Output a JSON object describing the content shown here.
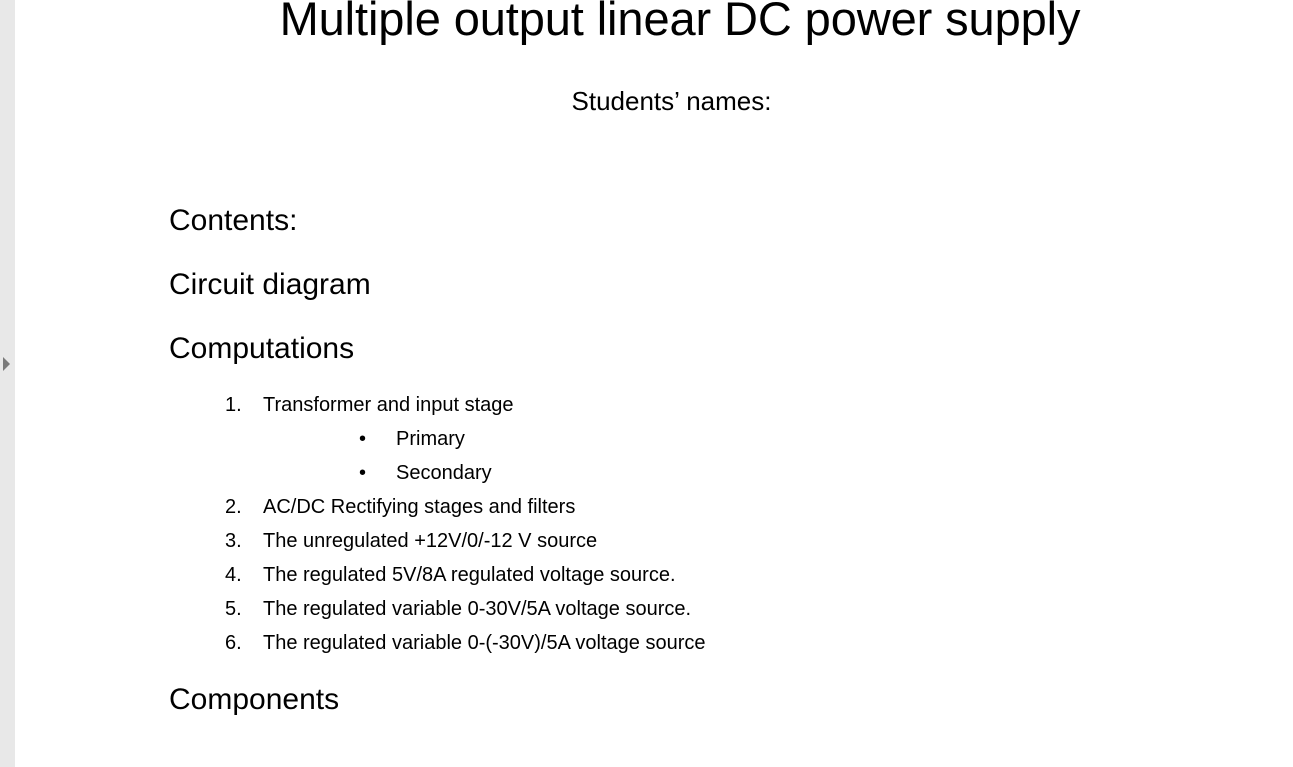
{
  "gutter": {
    "expand_arrow_icon": "triangle-right-icon",
    "background_color": "#e8e8e8",
    "arrow_color": "#7a7a7a"
  },
  "slide": {
    "title": "Multiple output linear DC power supply",
    "subtitle": "Students’ names:",
    "headings": {
      "contents": "Contents:",
      "circuit_diagram": "Circuit diagram",
      "computations": "Computations",
      "components": "Components"
    },
    "computations_list": [
      {
        "number": "1.",
        "text": "Transformer and input stage",
        "sub_items": [
          {
            "bullet": "•",
            "text": "Primary"
          },
          {
            "bullet": "•",
            "text": "Secondary"
          }
        ]
      },
      {
        "number": "2.",
        "text": "AC/DC Rectifying stages and filters",
        "sub_items": []
      },
      {
        "number": "3.",
        "text": "The unregulated +12V/0/-12 V source",
        "sub_items": []
      },
      {
        "number": "4.",
        "text": "The regulated 5V/8A regulated voltage source.",
        "sub_items": []
      },
      {
        "number": "5.",
        "text": "The regulated variable 0-30V/5A voltage source.",
        "sub_items": []
      },
      {
        "number": "6.",
        "text": "The regulated variable 0-(-30V)/5A voltage source",
        "sub_items": []
      }
    ],
    "text_color": "#000000",
    "background_color": "#ffffff"
  }
}
